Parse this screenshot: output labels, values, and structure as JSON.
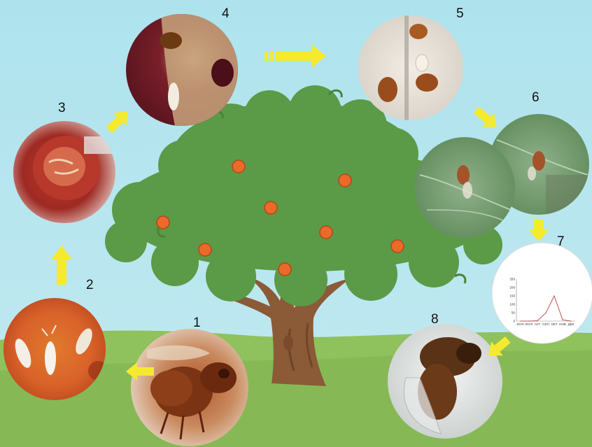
{
  "stage_numbers": [
    "1",
    "2",
    "3",
    "4",
    "5",
    "6",
    "7",
    "8"
  ],
  "inset_chart": {
    "title": "",
    "y_ticks": [
      "250",
      "200",
      "150",
      "100",
      "50",
      "0"
    ],
    "x_ticks": [
      "ЮУН",
      "ЮУЛ",
      "АУГ",
      "СЕП",
      "ОКТ",
      "НОВ",
      "ДЕК"
    ]
  },
  "chart_data": {
    "type": "line",
    "categories": [
      "ЮУН",
      "ЮУЛ",
      "АУГ",
      "СЕП",
      "ОКТ",
      "НОВ",
      "ДЕК"
    ],
    "series": [
      {
        "values": [
          0,
          0,
          2,
          48,
          150,
          8,
          0
        ]
      }
    ],
    "ylim": [
      0,
      250
    ]
  },
  "colors": {
    "sky": "#aee0ea",
    "grass": "#8fc15d",
    "canopy": "#5b9a47",
    "trunk": "#8b5a36",
    "fruit": "#ea6a2a",
    "arrow": "#f6ea2e",
    "chart_line": "#c0504d"
  },
  "icons": [
    "fly-photo",
    "larva-photo",
    "fruit-photo",
    "egg-photo",
    "pupa-photo",
    "leaf-photo",
    "seasonal-chart",
    "adult-fly-photo",
    "arrow-icon"
  ]
}
